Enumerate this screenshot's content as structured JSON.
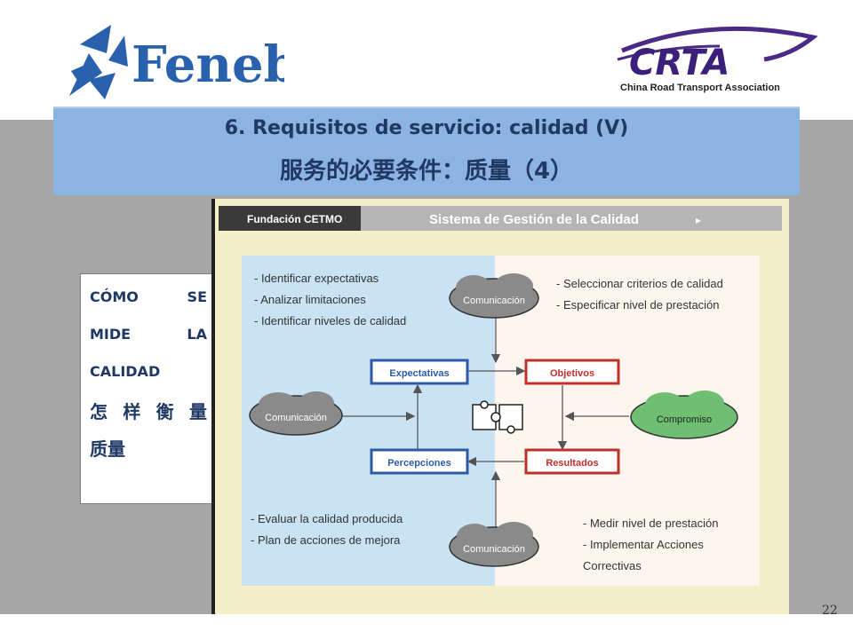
{
  "logos": {
    "left": {
      "text": "Fenebús"
    },
    "right": {
      "text": "CRTA",
      "subtitle": "China Road Transport Association"
    }
  },
  "title": {
    "line1": "6. Requisitos de servicio: calidad (V)",
    "line2": "服务的必要条件：质量（4）"
  },
  "left_box": {
    "rows": [
      [
        "CÓMO",
        "SE"
      ],
      [
        "MIDE",
        "LA"
      ],
      [
        "CALIDAD"
      ]
    ],
    "cn_rows": [
      [
        "怎",
        "样",
        "衡",
        "量"
      ],
      [
        "质量"
      ]
    ]
  },
  "diagram": {
    "header_left": "Fundación CETMO",
    "header_right": "Sistema de Gestión de la Calidad",
    "header_arrow": "▸",
    "tl_list": [
      "- Identificar expectativas",
      "- Analizar limitaciones",
      "- Identificar niveles de calidad"
    ],
    "tr_list": [
      "- Seleccionar criterios de calidad",
      "- Especificar nivel de prestación"
    ],
    "bl_list": [
      "- Evaluar la calidad producida",
      "- Plan de acciones de mejora"
    ],
    "br_list": [
      "- Medir nivel de prestación",
      "- Implementar Acciones",
      "  Correctivas"
    ],
    "boxes": {
      "expectativas": "Expectativas",
      "objetivos": "Objetivos",
      "percepciones": "Percepciones",
      "resultados": "Resultados"
    },
    "clouds": {
      "top": "Comunicación",
      "left": "Comunicación",
      "right": "Compromiso",
      "bottom": "Comunicación"
    },
    "colors": {
      "left_panel": "#c9e3f5",
      "right_panel": "#fdf6ee",
      "frame": "#f5efc9",
      "blue_box": "#2e5aa8",
      "red_box": "#c0312b",
      "cloud_gray": "#8a8a8a",
      "cloud_green": "#6fbf73"
    }
  },
  "page_number": "22"
}
